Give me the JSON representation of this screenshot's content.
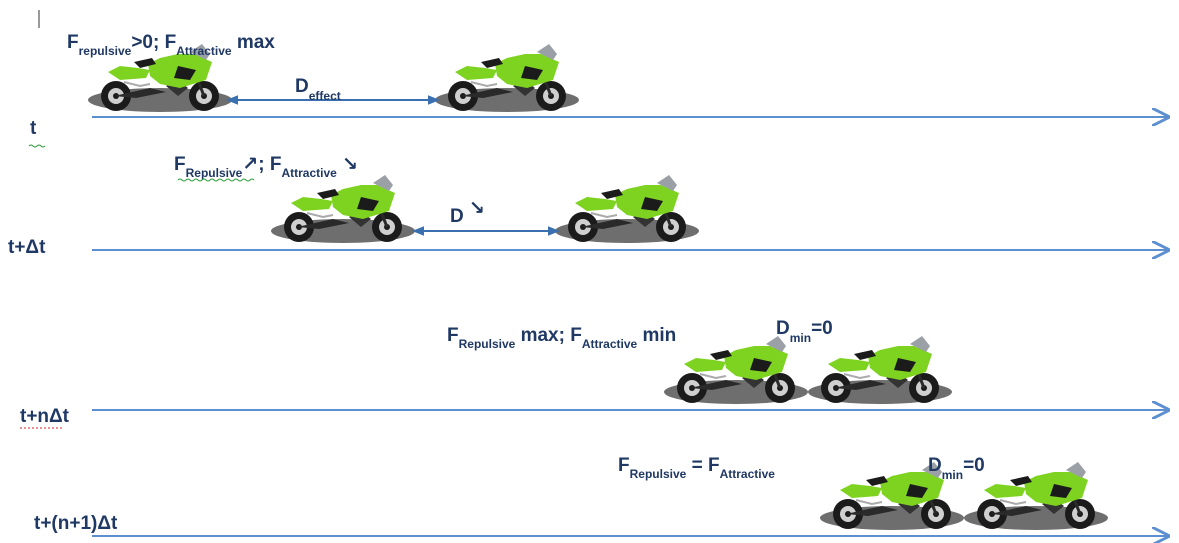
{
  "colors": {
    "axis": "#5b8fd0",
    "text": "#1f3864",
    "bike_body": "#7ed321",
    "bike_dark": "#1b1b1b",
    "shadow": "#6e6e6e"
  },
  "rows": [
    {
      "time_label": "t",
      "force_label": {
        "f1": "F",
        "s1": "repulsive",
        "t1": ">0; ",
        "f2": "F",
        "s2": "Attractive",
        "t2": " max"
      },
      "distance_label": {
        "main": "D",
        "sub": "effect",
        "suffix": ""
      }
    },
    {
      "time_label": "t+Δt",
      "force_label": {
        "f1": "F",
        "s1": "Repulsive",
        "t1": "↗; ",
        "f2": "F",
        "s2": "Attractive",
        "t2": " ↘"
      },
      "distance_label": {
        "main": "D",
        "sub": "",
        "suffix": " ↘"
      }
    },
    {
      "time_label": "t+nΔt",
      "force_label": {
        "f1": "F",
        "s1": "Repulsive",
        "t1": " max; ",
        "f2": "F",
        "s2": "Attractive",
        "t2": " min"
      },
      "distance_label": {
        "main": "D",
        "sub": "min",
        "suffix": "=0"
      }
    },
    {
      "time_label": "t+(n+1)Δt",
      "force_label": {
        "f1": "F",
        "s1": "Repulsive",
        "t1": " = ",
        "f2": "F",
        "s2": "Attractive",
        "t2": ""
      },
      "distance_label": {
        "main": "D",
        "sub": "min",
        "suffix": "=0"
      }
    }
  ]
}
